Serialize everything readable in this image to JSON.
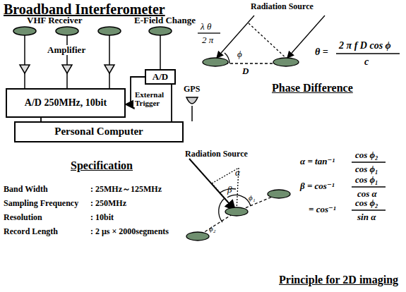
{
  "diagram": {
    "title": "Broadband Interferometer",
    "nodes": [
      {
        "text": [
          "A/D 250MHz, 10bit"
        ]
      },
      {
        "text": [
          "A/D"
        ]
      },
      {
        "text": [
          "Personal Computer"
        ]
      }
    ],
    "edges": [
      {
        "from": 1,
        "to": 0,
        "arrow": "to",
        "label": "External Trigger"
      },
      {
        "from": 1,
        "to": 2,
        "arrow": "none"
      },
      {
        "from": 0,
        "to": 2,
        "arrow": "none"
      }
    ],
    "labels": [
      "VHF Receiver",
      "Amplifier",
      "E-Field Change",
      "GPS",
      "Specification",
      "Band Width",
      ": 25MHz～125MHz",
      "Sampling Frequency",
      ": 250MHz",
      "Resolution",
      ": 10bit",
      "Record Length",
      ": 2 μs × 2000segments",
      "Radiation Source",
      "λ θ",
      "2 π",
      "ϕ",
      "D",
      "θ =",
      "2 π f D cos ϕ",
      "c",
      "Phase Difference",
      "Radiation Source",
      "α",
      "β",
      "ϕ₁",
      "ϕ₂",
      "α = tan⁻¹",
      "cos ϕ₂",
      "cos ϕ₁",
      "β = cos⁻¹",
      "cos ϕ₁",
      "cos α",
      "= cos⁻¹",
      "cos ϕ₂",
      "sin α",
      "Principle for 2D imaging"
    ]
  }
}
